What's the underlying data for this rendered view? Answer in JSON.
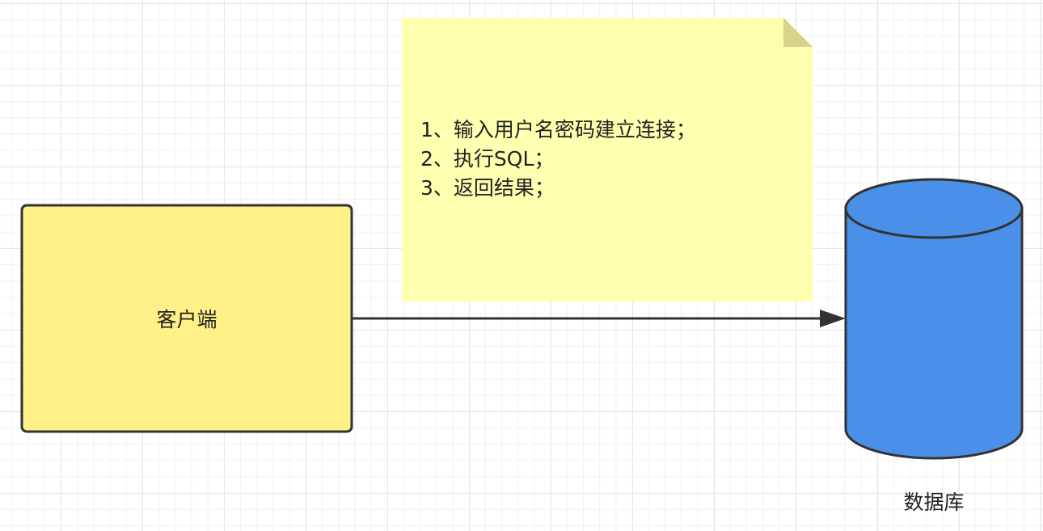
{
  "diagram": {
    "client": {
      "label": "客户端",
      "fill": "#fff088",
      "stroke": "#333333"
    },
    "note": {
      "lines": [
        "1、输入用户名密码建立连接；",
        "2、执行SQL；",
        "3、返回结果；"
      ],
      "fill": "#ffffb0",
      "fold_color": "#d4d48a"
    },
    "database": {
      "label": "数据库",
      "fill": "#4a90e8",
      "stroke": "#333333"
    },
    "edges": [
      {
        "from": "client",
        "to": "database",
        "stroke": "#333333"
      }
    ]
  }
}
